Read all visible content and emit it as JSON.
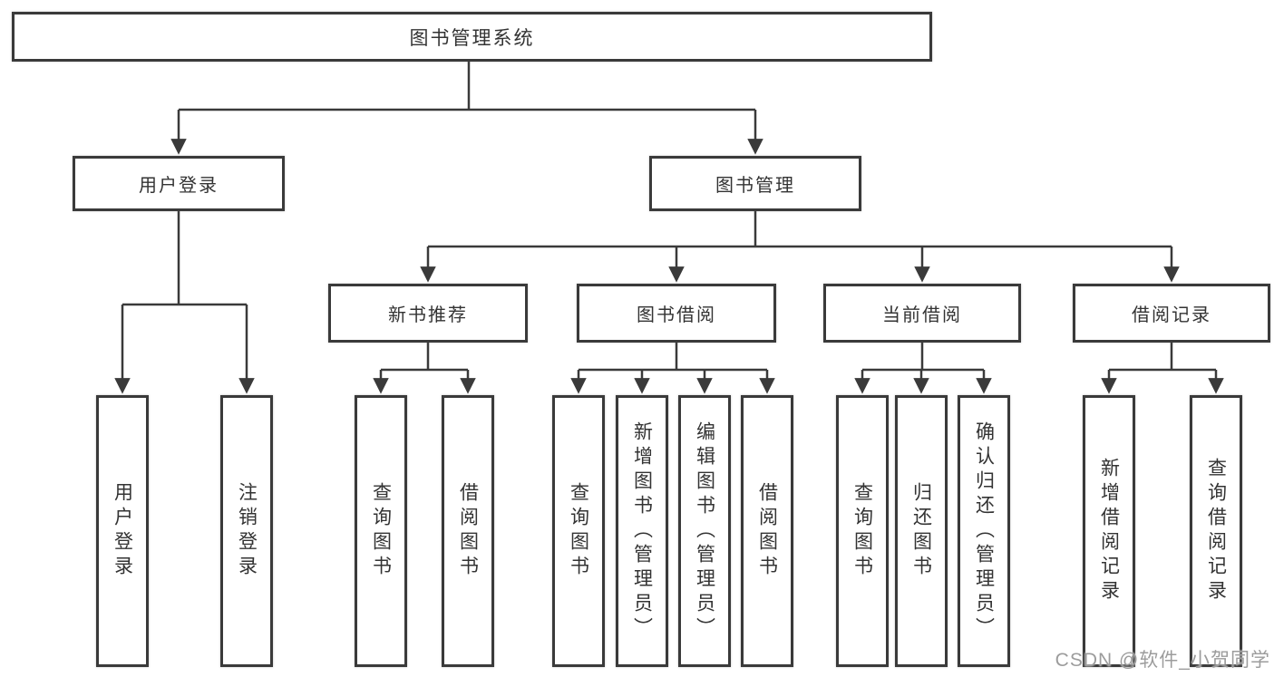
{
  "tree": {
    "root": {
      "label": "图书管理系统"
    },
    "children": [
      {
        "label": "用户登录",
        "children": [
          {
            "label": "用户登录"
          },
          {
            "label": "注销登录"
          }
        ]
      },
      {
        "label": "图书管理",
        "children": [
          {
            "label": "新书推荐",
            "children": [
              {
                "label": "查询图书"
              },
              {
                "label": "借阅图书"
              }
            ]
          },
          {
            "label": "图书借阅",
            "children": [
              {
                "label": "查询图书"
              },
              {
                "label": "新增图书（管理员）"
              },
              {
                "label": "编辑图书（管理员）"
              },
              {
                "label": "借阅图书"
              }
            ]
          },
          {
            "label": "当前借阅",
            "children": [
              {
                "label": "查询图书"
              },
              {
                "label": "归还图书"
              },
              {
                "label": "确认归还（管理员）"
              }
            ]
          },
          {
            "label": "借阅记录",
            "children": [
              {
                "label": "新增借阅记录"
              },
              {
                "label": "查询借阅记录"
              }
            ]
          }
        ]
      }
    ]
  },
  "watermark": {
    "text": "CSDN @软件_小贺同学"
  },
  "colors": {
    "line": "#3a3a3a",
    "box_border": "#3a3a3a",
    "text": "#333333",
    "background": "#ffffff",
    "watermark": "#9c9c9c"
  }
}
